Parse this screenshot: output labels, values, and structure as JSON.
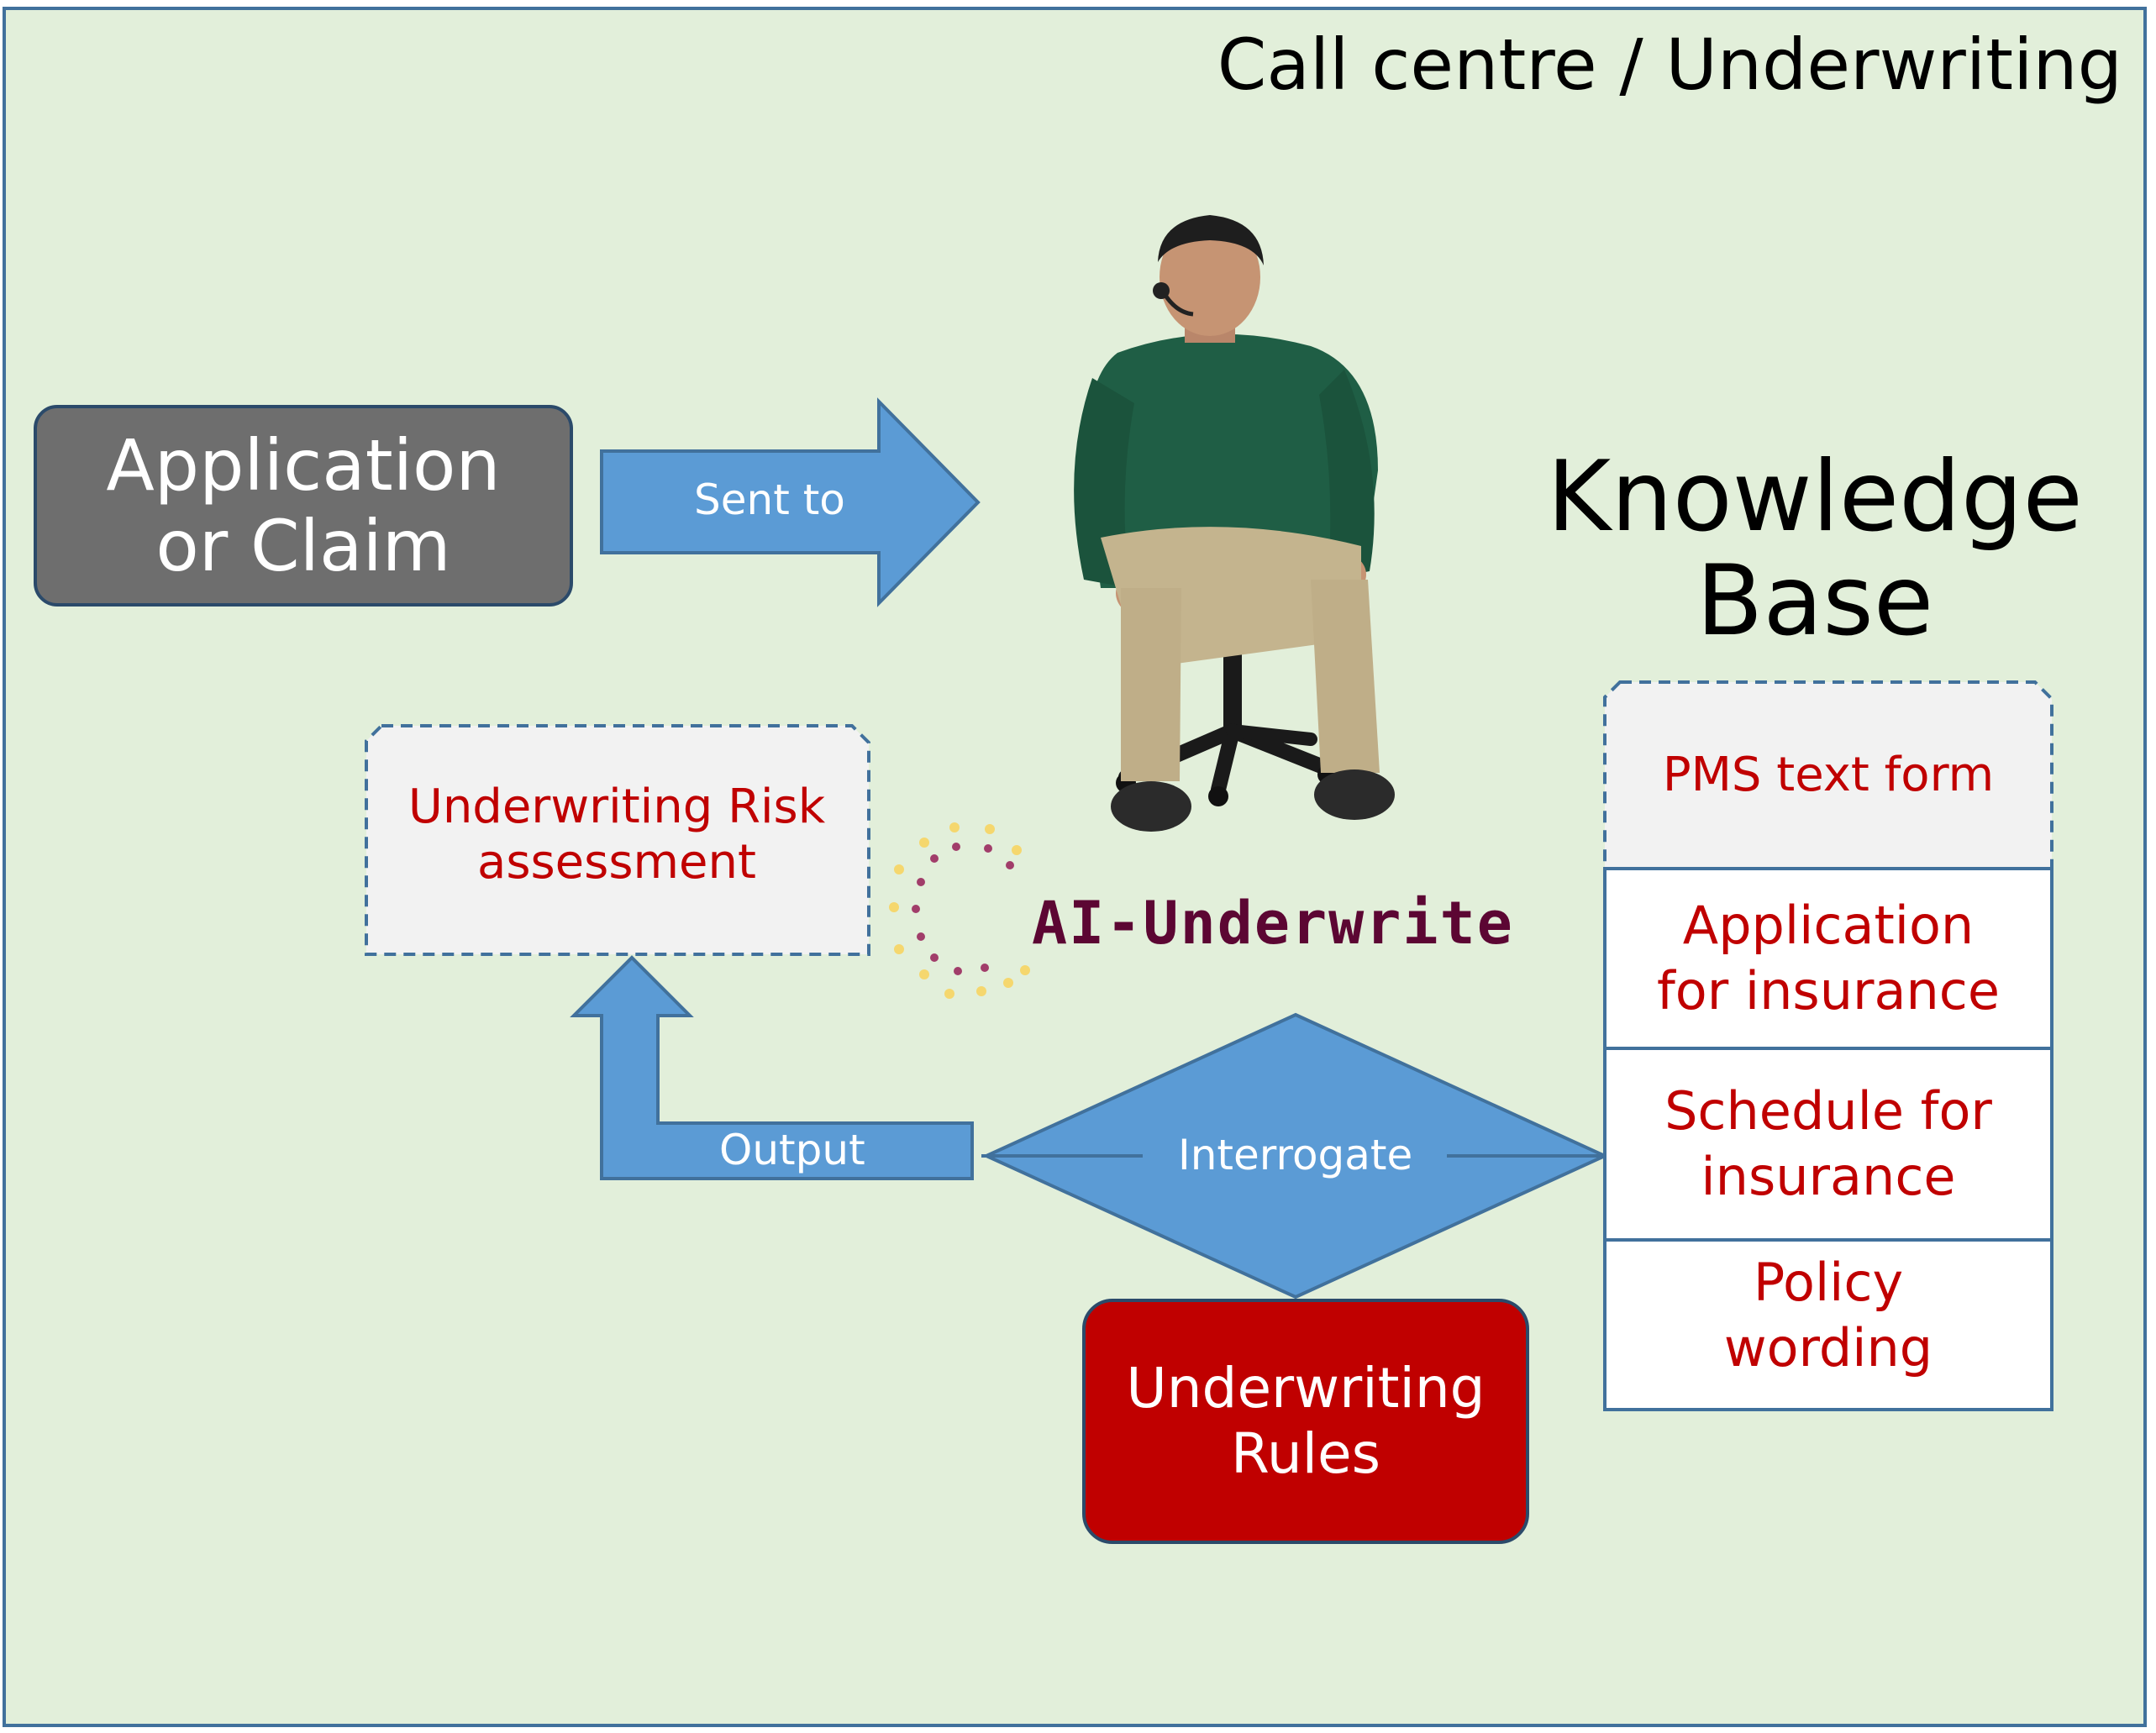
{
  "header": {
    "title": "Call centre / Underwriting"
  },
  "application": {
    "label_line1": "Application",
    "label_line2": "or Claim"
  },
  "arrows": {
    "sent_to": "Sent to",
    "output": "Output",
    "interrogate": "Interrogate"
  },
  "risk": {
    "line1": "Underwriting Risk",
    "line2": "assessment"
  },
  "ai_logo": {
    "text": "AI-Underwrite"
  },
  "rules": {
    "line1": "Underwriting",
    "line2": "Rules"
  },
  "knowledge_base": {
    "title_line1": "Knowledge",
    "title_line2": "Base",
    "items": [
      {
        "line1": "PMS text form",
        "line2": ""
      },
      {
        "line1": "Application",
        "line2": "for insurance"
      },
      {
        "line1": "Schedule for",
        "line2": "insurance"
      },
      {
        "line1": "Policy",
        "line2": "wording"
      }
    ]
  },
  "colors": {
    "background": "#e2efda",
    "border": "#41719c",
    "arrow": "#5b9bd5",
    "gray_box": "#6e6e6e",
    "red_box": "#c00000",
    "red_text": "#c00000",
    "ai_text": "#5c0633"
  }
}
